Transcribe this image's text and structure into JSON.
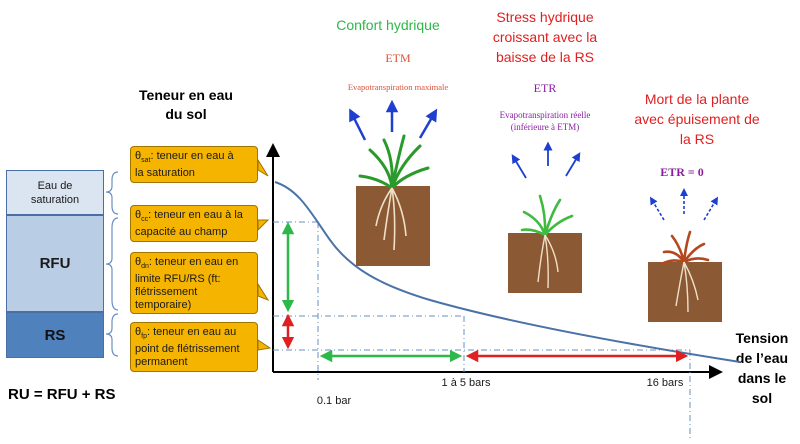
{
  "ylabel": [
    "Teneur en eau",
    "du sol"
  ],
  "xlabel": [
    "Tension",
    "de l’eau",
    "dans le",
    "sol"
  ],
  "equation": "RU = RFU + RS",
  "stack": {
    "saturation": [
      "Eau de",
      "saturation"
    ],
    "rfu": "RFU",
    "rs": "RS"
  },
  "callouts": [
    {
      "symbol": "θ",
      "sub": "sat",
      "lines": [
        ": teneur en eau à",
        "la saturation"
      ]
    },
    {
      "symbol": "θ",
      "sub": "cc",
      "lines": [
        ": teneur en eau à la",
        "capacité au champ"
      ]
    },
    {
      "symbol": "θ",
      "sub": "dn",
      "lines": [
        ": teneur en eau en",
        "limite RFU/RS (ft:",
        "flétrissement",
        "temporaire)"
      ]
    },
    {
      "symbol": "θ",
      "sub": "fp",
      "lines": [
        ": teneur en eau au",
        "point de flétrissement",
        "permanent"
      ]
    }
  ],
  "ticks": [
    "0.1 bar",
    "1 à 5 bars",
    "16 bars"
  ],
  "stage1": {
    "title": "Confort hydrique",
    "abbr": "ETM",
    "desc": "Evapotranspiration maximale"
  },
  "stage2": {
    "title": [
      "Stress hydrique",
      "croissant avec la",
      "baisse de la RS"
    ],
    "abbr": "ETR",
    "desc": [
      "Evapotranspiration réelle",
      "(inférieure à ETM)"
    ]
  },
  "stage3": {
    "title": [
      "Mort de la plante",
      "avec épuisement de",
      "la RS"
    ],
    "abbr": "ETR = 0"
  },
  "colors": {
    "axis": "#000000",
    "curve": "#4a72a8",
    "green": "#2db84a",
    "red": "#e02020",
    "purple": "#8a1fa0",
    "soil": "#8b5a35",
    "callout": "#f5b400",
    "saturation_fill": "#dbe5f1",
    "rfu_fill": "#b9cde5",
    "rs_fill": "#4f81bd",
    "blue_arrow": "#1f3fd0"
  }
}
